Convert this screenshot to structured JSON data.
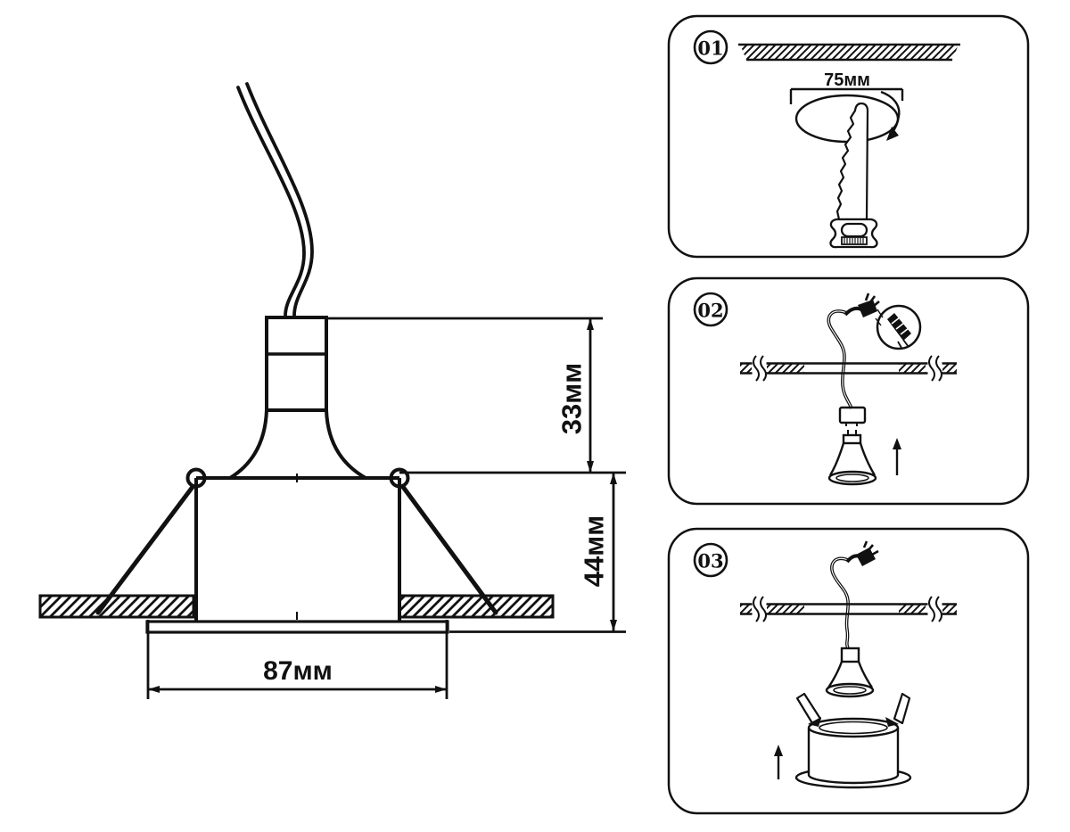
{
  "colors": {
    "ink": "#111111",
    "background": "#ffffff"
  },
  "main_drawing": {
    "dim_above_ceiling": "33мм",
    "dim_below_ceiling": "44мм",
    "dim_trim_width": "87мм"
  },
  "steps": [
    {
      "number": "01",
      "hole_dim": "75мм"
    },
    {
      "number": "02"
    },
    {
      "number": "03"
    }
  ]
}
